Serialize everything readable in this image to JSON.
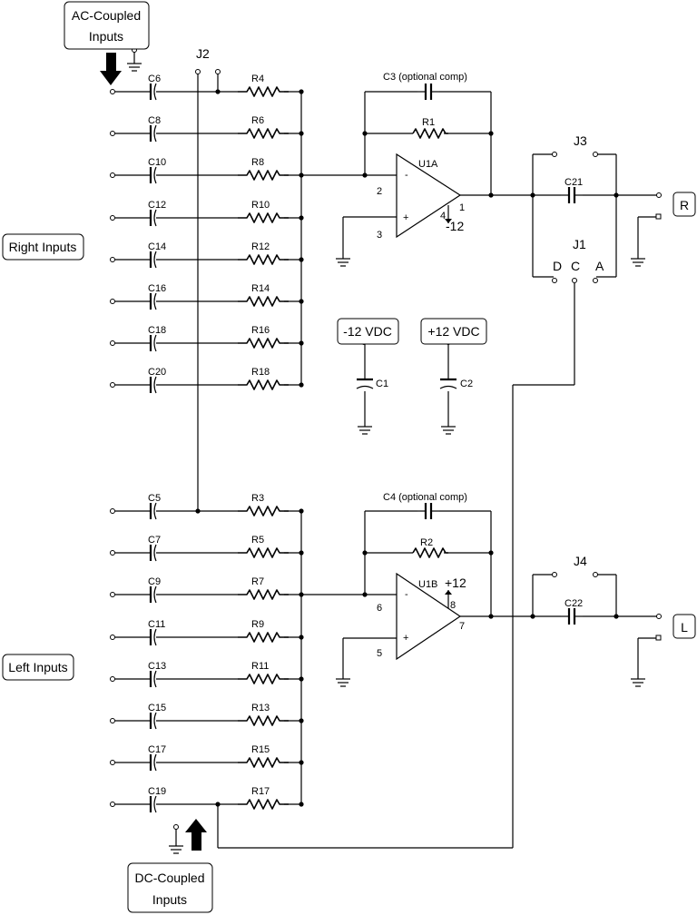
{
  "boxes": {
    "ac_coupled": [
      "AC-Coupled",
      "Inputs"
    ],
    "dc_coupled": [
      "DC-Coupled",
      "Inputs"
    ],
    "right_inputs": "Right Inputs",
    "left_inputs": "Left Inputs",
    "neg_supply": "-12 VDC",
    "pos_supply": "+12 VDC",
    "out_r": "R",
    "out_l": "L"
  },
  "right_channel": {
    "caps": [
      "C6",
      "C8",
      "C10",
      "C12",
      "C14",
      "C16",
      "C18",
      "C20"
    ],
    "resistors": [
      "R4",
      "R6",
      "R8",
      "R10",
      "R12",
      "R14",
      "R16",
      "R18"
    ],
    "comp_cap": "C3 (optional comp)",
    "feedback_res": "R1",
    "opamp": "U1A",
    "pin_inv": "2",
    "pin_noninv": "3",
    "pin_out": "1",
    "pin_supply": "4",
    "supply_label": "-12",
    "out_cap": "C21",
    "jumper": "J3"
  },
  "left_channel": {
    "caps": [
      "C5",
      "C7",
      "C9",
      "C11",
      "C13",
      "C15",
      "C17",
      "C19"
    ],
    "resistors": [
      "R3",
      "R5",
      "R7",
      "R9",
      "R11",
      "R13",
      "R15",
      "R17"
    ],
    "comp_cap": "C4 (optional comp)",
    "feedback_res": "R2",
    "opamp": "U1B",
    "pin_inv": "6",
    "pin_noninv": "5",
    "pin_out": "7",
    "pin_supply": "8",
    "supply_label": "+12",
    "out_cap": "C22",
    "jumper": "J4"
  },
  "jumper_j2": "J2",
  "jumper_j1": {
    "name": "J1",
    "positions": [
      "D",
      "C",
      "A"
    ]
  },
  "decoupling": [
    "C1",
    "C2"
  ],
  "opamp_signs": [
    "-",
    "+"
  ]
}
